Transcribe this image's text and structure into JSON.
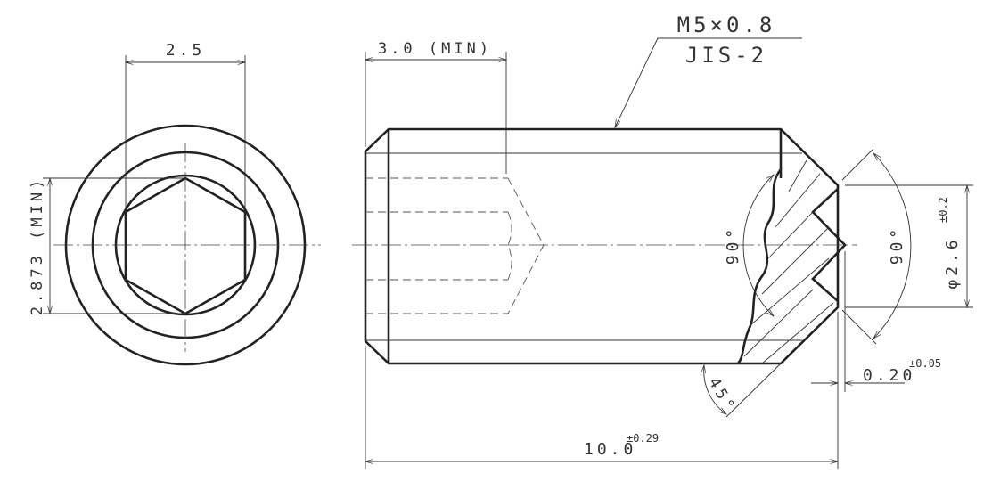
{
  "end_view": {
    "width_dim": "2.5",
    "across_corners_dim": "2.873 (MIN)"
  },
  "side_view": {
    "socket_depth_dim": "3.0 (MIN)",
    "thread_spec": "M5×0.8",
    "thread_class": "JIS-2",
    "length_dim": "10.0",
    "length_tol": "±0.29",
    "cup_diameter_dim": "φ2.6",
    "cup_diameter_tol": "±0.2",
    "cup_angle_inner": "90°",
    "cup_angle_outer": "90°",
    "chamfer_angle": "45°",
    "point_offset_dim": "0.20",
    "point_offset_tol": "±0.05"
  }
}
